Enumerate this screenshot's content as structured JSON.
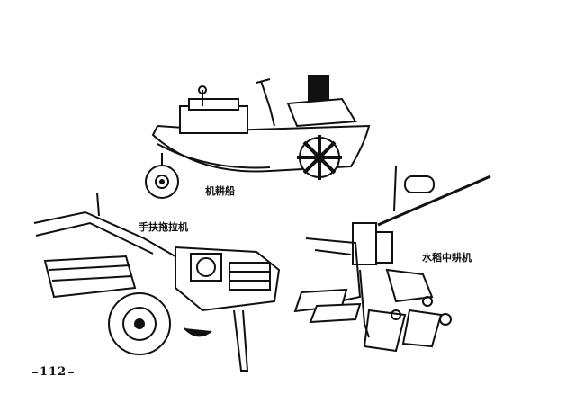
{
  "captions": {
    "boat_plow": "机耕船",
    "walking_tractor": "手扶拖拉机",
    "rice_transplanter": "水稻中耕机"
  },
  "page_number": "112"
}
